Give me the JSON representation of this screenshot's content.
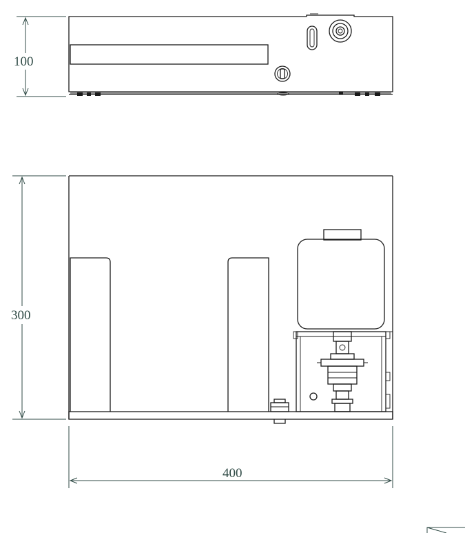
{
  "dimensions": {
    "top_view_height": "100",
    "front_view_height": "300",
    "front_view_width": "400"
  },
  "colors": {
    "outline": "#1a1a1a",
    "dimension": "#2f4a45",
    "background": "#ffffff"
  }
}
